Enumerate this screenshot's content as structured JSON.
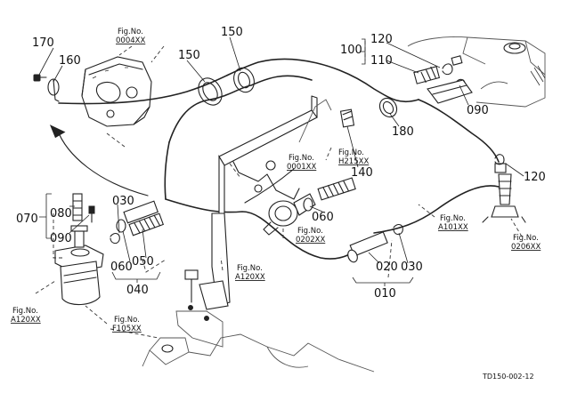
{
  "drawing_code": "TD150-002-12",
  "callouts": {
    "c010": "010",
    "c020": "020",
    "c030_left": "030",
    "c030_right": "030",
    "c040": "040",
    "c050": "050",
    "c060_left": "060",
    "c060_mid": "060",
    "c070": "070",
    "c080": "080",
    "c090_left": "090",
    "c090_right": "090",
    "c100": "100",
    "c110": "110",
    "c120_top": "120",
    "c120_right": "120",
    "c140": "140",
    "c150_left": "150",
    "c150_right": "150",
    "c160": "160",
    "c170": "170",
    "c180": "180"
  },
  "fig_refs": {
    "ref_0004": {
      "label": "Fig.No.",
      "code": "0004XX"
    },
    "ref_0001": {
      "label": "Fig.No.",
      "code": "0001XX"
    },
    "ref_h215": {
      "label": "Fig.No.",
      "code": "H215XX"
    },
    "ref_0202": {
      "label": "Fig.No.",
      "code": "0202XX"
    },
    "ref_a101": {
      "label": "Fig.No.",
      "code": "A101XX"
    },
    "ref_0206": {
      "label": "Fig.No.",
      "code": "0206XX"
    },
    "ref_a120_mid": {
      "label": "Fig.No.",
      "code": "A120XX"
    },
    "ref_a120_left": {
      "label": "Fig.No.",
      "code": "A120XX"
    },
    "ref_f105": {
      "label": "Fig.No.",
      "code": "F105XX"
    }
  }
}
